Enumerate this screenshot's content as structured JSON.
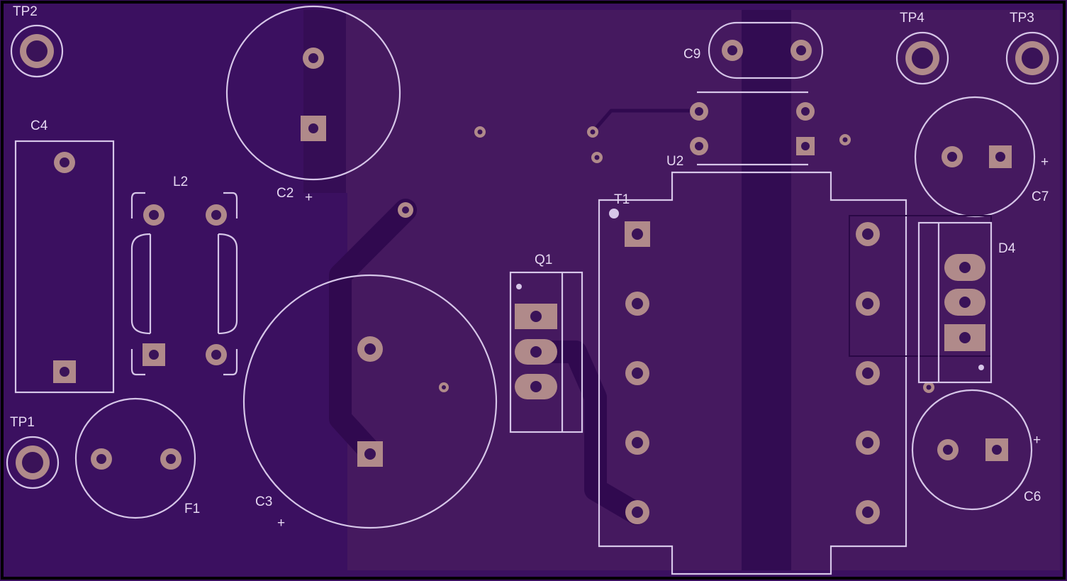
{
  "board": {
    "colors": {
      "substrate": "#3b1060",
      "copper_pour": "#45195f",
      "copper_dark": "#2e0a4e",
      "trace": "#30094f",
      "silkscreen": "#d6c6e8",
      "pad": "#b08a8a"
    }
  },
  "labels": {
    "tp1": "TP1",
    "tp2": "TP2",
    "tp3": "TP3",
    "tp4": "TP4",
    "c2": "C2",
    "c3": "C3",
    "c4": "C4",
    "c6": "C6",
    "c7": "C7",
    "c9": "C9",
    "l2": "L2",
    "f1": "F1",
    "q1": "Q1",
    "t1": "T1",
    "u2": "U2",
    "d4": "D4",
    "plus": "+"
  }
}
